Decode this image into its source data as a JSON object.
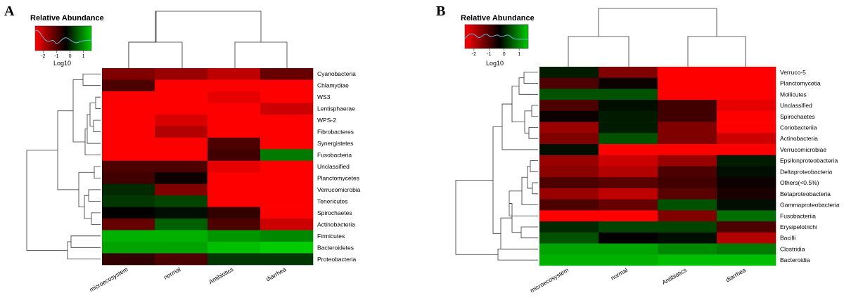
{
  "chart_data": [
    {
      "type": "heatmap",
      "panel_label": "A",
      "color_key": {
        "title": "Relative Abundance",
        "unit_label": "Log10",
        "ticks": [
          "-2",
          "-1",
          "0",
          "1"
        ],
        "low_color": "#ff0000",
        "mid_color": "#000000",
        "high_color": "#00cc00"
      },
      "columns": [
        "microecosystem",
        "normal",
        "Antibiotics",
        "diarrhea"
      ],
      "rows": [
        {
          "name": "Cyanobacteria",
          "values": [
            -1.0,
            -1.2,
            -1.5,
            -0.8
          ]
        },
        {
          "name": "Chlamydiae",
          "values": [
            -0.6,
            -2.5,
            -2.5,
            -2.5
          ]
        },
        {
          "name": "WS3",
          "values": [
            -2.5,
            -2.5,
            -1.8,
            -2.5
          ]
        },
        {
          "name": "Lentisphaerae",
          "values": [
            -2.5,
            -2.5,
            -2.5,
            -1.6
          ]
        },
        {
          "name": "WPS-2",
          "values": [
            -2.5,
            -1.7,
            -2.5,
            -2.5
          ]
        },
        {
          "name": "Fibrobacteres",
          "values": [
            -2.5,
            -1.4,
            -2.5,
            -2.5
          ]
        },
        {
          "name": "Synergistetes",
          "values": [
            -2.5,
            -2.5,
            -0.6,
            -2.0
          ]
        },
        {
          "name": "Fusobacteria",
          "values": [
            -2.5,
            -2.5,
            -0.5,
            0.9
          ]
        },
        {
          "name": "Unclassified",
          "values": [
            -0.6,
            -0.6,
            -1.8,
            -2.5
          ]
        },
        {
          "name": "Planctomycetes",
          "values": [
            -0.5,
            -0.1,
            -2.1,
            -2.5
          ]
        },
        {
          "name": "Verrucomicrobia",
          "values": [
            0.3,
            -1.0,
            -2.5,
            -2.5
          ]
        },
        {
          "name": "Tenericutes",
          "values": [
            0.4,
            0.5,
            -2.5,
            -2.2
          ]
        },
        {
          "name": "Spirochaetes",
          "values": [
            0.0,
            0.1,
            -0.4,
            -2.2
          ]
        },
        {
          "name": "Actinobacteria",
          "values": [
            -0.8,
            0.7,
            -0.6,
            -1.6
          ]
        },
        {
          "name": "Firmicutes",
          "values": [
            1.3,
            1.3,
            1.1,
            1.0
          ]
        },
        {
          "name": "Bacteroidetes",
          "values": [
            1.2,
            1.2,
            1.4,
            1.5
          ]
        },
        {
          "name": "Proteobacteria",
          "values": [
            -0.4,
            -0.6,
            0.4,
            0.4
          ]
        }
      ]
    },
    {
      "type": "heatmap",
      "panel_label": "B",
      "color_key": {
        "title": "Relative Abundance",
        "unit_label": "Log10",
        "ticks": [
          "-2",
          "-1",
          "0",
          "1"
        ],
        "low_color": "#ff0000",
        "mid_color": "#000000",
        "high_color": "#00cc00"
      },
      "columns": [
        "microecosystem",
        "normal",
        "Antibiotics",
        "diarrhea"
      ],
      "rows": [
        {
          "name": "Verruco-5",
          "values": [
            0.2,
            -1.0,
            -2.5,
            -2.5
          ]
        },
        {
          "name": "Planctomycetia",
          "values": [
            -0.6,
            -0.1,
            -2.2,
            -2.3
          ]
        },
        {
          "name": "Mollicutes",
          "values": [
            0.6,
            0.6,
            -2.5,
            -2.0
          ]
        },
        {
          "name": "Unclassified",
          "values": [
            -0.6,
            0.1,
            -0.5,
            -1.8
          ]
        },
        {
          "name": "Spirochaetes",
          "values": [
            -0.1,
            0.2,
            -0.5,
            -2.0
          ]
        },
        {
          "name": "Coriobacteriia",
          "values": [
            -1.2,
            0.2,
            -1.0,
            -2.1
          ]
        },
        {
          "name": "Actinobacteria",
          "values": [
            -1.0,
            0.6,
            -1.0,
            -1.6
          ]
        },
        {
          "name": "Verrucomicrobiae",
          "values": [
            0.1,
            -2.5,
            -2.5,
            -2.5
          ]
        },
        {
          "name": "Epsilonproteobacteria",
          "values": [
            -1.2,
            -1.6,
            -1.2,
            0.2
          ]
        },
        {
          "name": "Deltaproteobacteria",
          "values": [
            -1.1,
            -1.4,
            -0.6,
            0.1
          ]
        },
        {
          "name": "Others(<0.5%)",
          "values": [
            -0.6,
            -0.7,
            -0.5,
            -0.1
          ]
        },
        {
          "name": "Betaproteobacteria",
          "values": [
            -1.2,
            -1.5,
            -0.7,
            -0.2
          ]
        },
        {
          "name": "Gammaproteobacteria",
          "values": [
            -0.6,
            -0.8,
            0.6,
            0.1
          ]
        },
        {
          "name": "Fusobacteriia",
          "values": [
            -2.5,
            -2.5,
            -1.0,
            0.8
          ]
        },
        {
          "name": "Erysipelotrichi",
          "values": [
            0.3,
            0.5,
            0.5,
            -0.6
          ]
        },
        {
          "name": "Bacilli",
          "values": [
            0.6,
            0.0,
            0.1,
            -1.4
          ]
        },
        {
          "name": "Clostridia",
          "values": [
            1.2,
            1.2,
            1.0,
            0.9
          ]
        },
        {
          "name": "Bacteroidia",
          "values": [
            1.3,
            1.3,
            1.4,
            1.4
          ]
        }
      ]
    }
  ]
}
